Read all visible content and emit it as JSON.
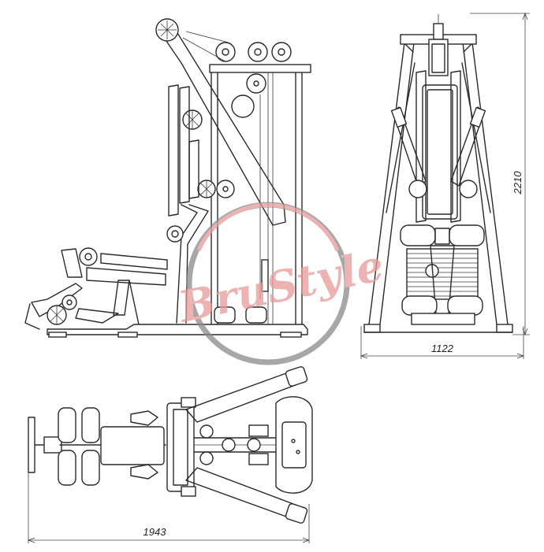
{
  "dimensions": {
    "height": "2210",
    "width": "1122",
    "length": "1943"
  },
  "watermark": {
    "text": "BruStyle",
    "ring_color": "#8a8a8a",
    "text_color": "#e89a9a"
  }
}
